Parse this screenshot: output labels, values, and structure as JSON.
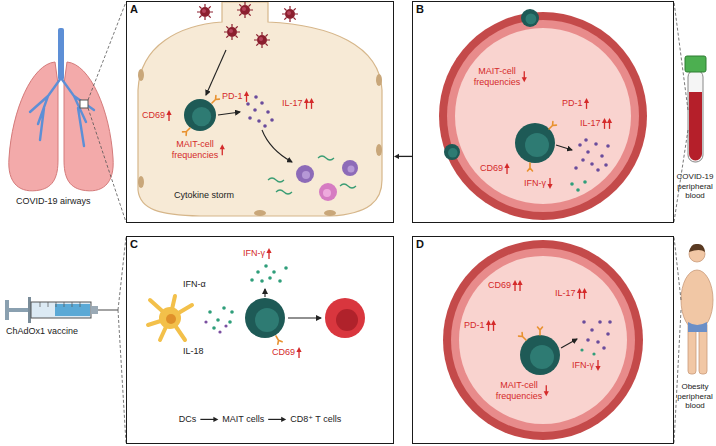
{
  "diagram": {
    "nodes": [
      {
        "text": [
          "A"
        ]
      },
      {
        "text": [
          "B"
        ]
      },
      {
        "text": [
          "C"
        ]
      },
      {
        "text": [
          "D"
        ]
      }
    ],
    "edges": [
      {
        "from": 1,
        "to": 0,
        "arrow": "to"
      }
    ],
    "labels": [
      "COVID-19 airways",
      "CD69",
      "PD-1",
      "IL-17",
      "MAIT-cell frequencies",
      "Cytokine storm",
      "MAIT-cell frequencies",
      "PD-1",
      "IL-17",
      "CD69",
      "IFN-γ",
      "COVID-19 peripheral blood",
      "ChAdOx1 vaccine",
      "IFN-γ",
      "IFN-α",
      "IL-18",
      "CD69",
      "DCs",
      "MAIT cells",
      "CD8⁺ T cells",
      "CD69",
      "IL-17",
      "PD-1",
      "MAIT-cell frequencies",
      "IFN-γ",
      "Obesity peripheral blood"
    ]
  }
}
